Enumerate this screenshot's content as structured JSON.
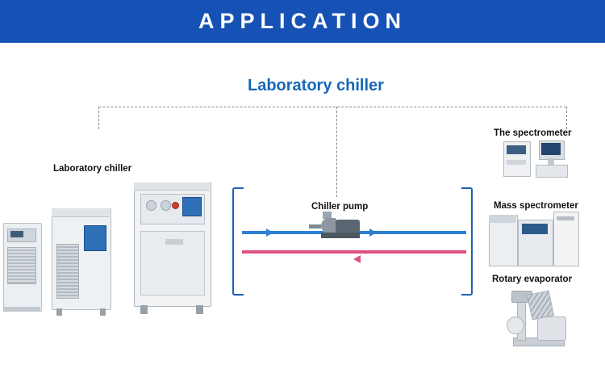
{
  "banner": {
    "title": "APPLICATION"
  },
  "diagram": {
    "title": "Laboratory chiller",
    "labels": {
      "laboratory_chiller": "Laboratory chiller",
      "chiller_pump": "Chiller pump",
      "spectrometer": "The spectrometer",
      "mass_spectrometer": "Mass spectrometer",
      "rotary_evaporator": "Rotary evaporator"
    },
    "colors": {
      "banner_blue": "#1652b5",
      "title_blue": "#1767b8",
      "bracket_blue": "#1f5fb5",
      "supply_pipe_blue": "#2e7fd4",
      "return_pipe_red": "#e0507f",
      "dashed_gray": "#8a8a8a"
    },
    "equipment": [
      {
        "name": "small-laboratory-chiller"
      },
      {
        "name": "medium-laboratory-chiller"
      },
      {
        "name": "large-laboratory-chiller"
      },
      {
        "name": "chiller-pump"
      },
      {
        "name": "the-spectrometer"
      },
      {
        "name": "mass-spectrometer"
      },
      {
        "name": "rotary-evaporator"
      }
    ],
    "flow": {
      "supply_direction": "right",
      "return_direction": "left"
    }
  }
}
